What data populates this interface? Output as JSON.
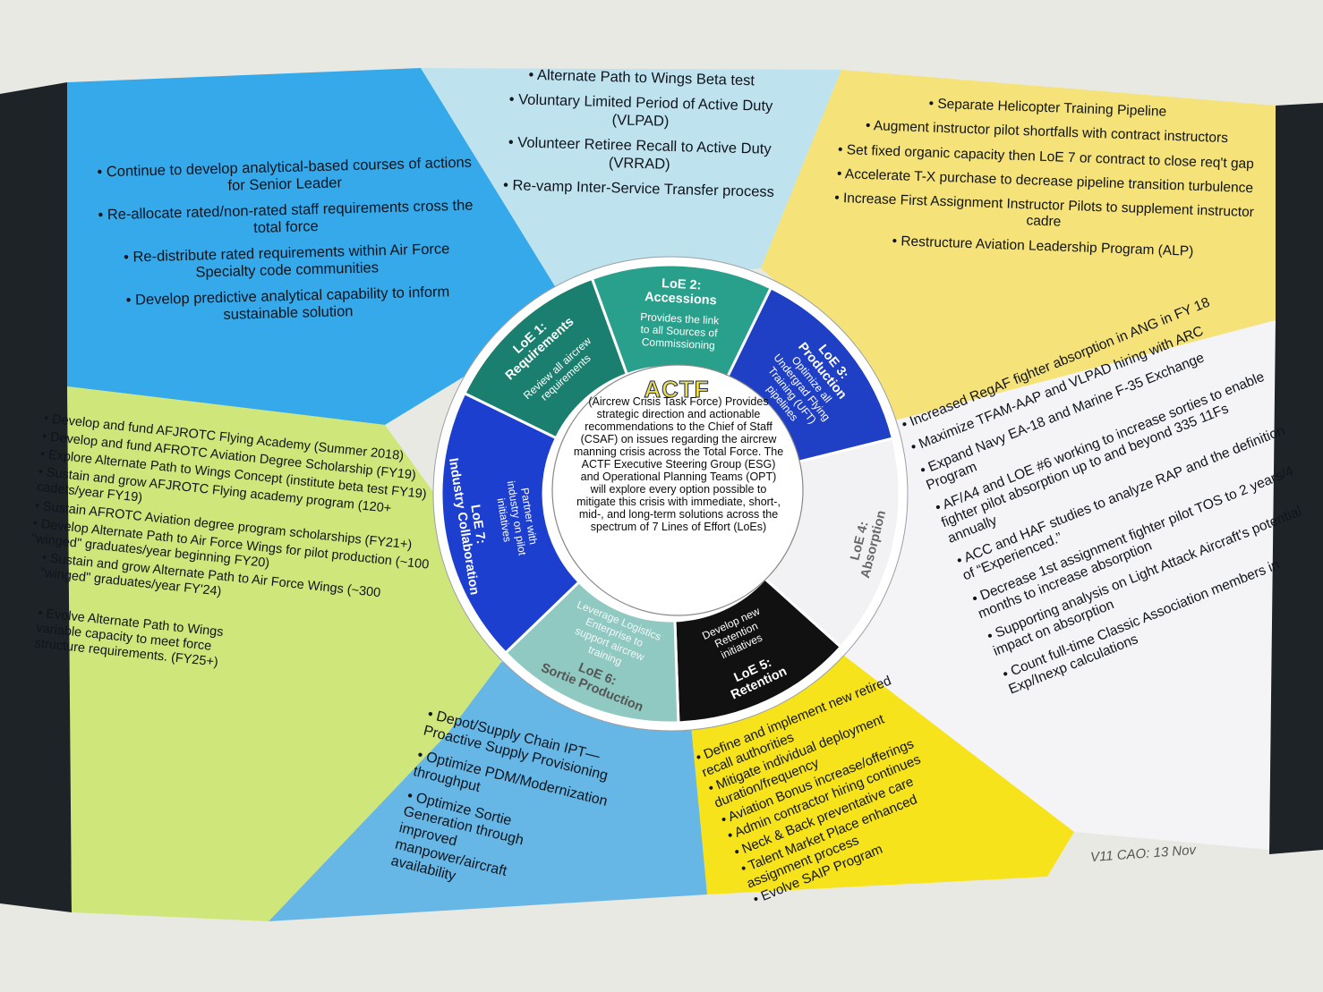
{
  "center": {
    "title": "ACTF",
    "text": "(Aircrew Crisis Task Force) Provides strategic direction and actionable recommendations to the Chief of Staff (CSAF) on issues regarding the aircrew manning crisis across the Total Force. The ACTF Executive Steering Group (ESG) and Operational Planning Teams (OPT) will explore every option possible to mitigate this crisis with immediate, short-, mid-, and long-term solutions across the spectrum of 7 Lines of Effort (LoEs)"
  },
  "loes": [
    {
      "id": "loe1",
      "label": "LoE 1:",
      "name": "Requirements",
      "desc": "Review all aircrew requirements",
      "color": "#1a7f6e"
    },
    {
      "id": "loe2",
      "label": "LoE 2:",
      "name": "Accessions",
      "desc": "Provides the link to all Sources of Commissioning",
      "color": "#29a08c"
    },
    {
      "id": "loe3",
      "label": "LoE 3:",
      "name": "Production",
      "desc": "Optimize all Undergrad Flying Training (UFT) pipelines",
      "color": "#1f3fc4"
    },
    {
      "id": "loe4",
      "label": "LoE 4:",
      "name": "Absorption",
      "desc": "",
      "color": "#f2f2f5"
    },
    {
      "id": "loe5",
      "label": "LoE 5:",
      "name": "Retention",
      "desc": "Develop new Retention initiatives",
      "color": "#111111"
    },
    {
      "id": "loe6",
      "label": "LoE 6:",
      "name": "Sortie Production",
      "desc": "Leverage Logistics Enterprise to support aircrew training",
      "color": "#8fc9c2"
    },
    {
      "id": "loe7",
      "label": "LoE 7:",
      "name": "Industry Collaboration",
      "desc": "Partner with industry on pilot initiatives",
      "color": "#1c3fcf"
    }
  ],
  "sectors": {
    "requirements": [
      "• Continue to develop analytical-based courses of actions for Senior Leader",
      "• Re-allocate rated/non-rated staff requirements cross the total force",
      "• Re-distribute rated requirements within Air Force Specialty code communities",
      "• Develop predictive analytical capability to inform sustainable solution"
    ],
    "accessions": [
      "• Alternate Path to Wings Beta test",
      "• Voluntary Limited Period of Active Duty (VLPAD)",
      "• Volunteer Retiree Recall to Active Duty (VRRAD)",
      "• Re-vamp Inter-Service Transfer process"
    ],
    "production": [
      "• Separate Helicopter Training Pipeline",
      "• Augment instructor pilot shortfalls with contract instructors",
      "• Set fixed organic capacity then LoE 7 or contract to close req't gap",
      "• Accelerate T-X purchase to decrease pipeline transition turbulence",
      "• Increase First Assignment Instructor Pilots to supplement instructor cadre",
      "• Restructure Aviation Leadership Program (ALP)"
    ],
    "absorption": [
      "• Increased RegAF fighter absorption in ANG in FY 18",
      "• Maximize TFAM-AAP and VLPAD hiring with ARC",
      "• Expand Navy EA-18 and Marine F-35 Exchange Program",
      "• AF/A4 and LOE #6 working to increase sorties to enable fighter pilot absorption up to and beyond 335 11Fs annually",
      "• ACC and HAF studies to analyze RAP and the definition of “Experienced.”",
      "• Decrease 1st assignment fighter pilot TOS to 2 years/4 months to increase absorption",
      "• Supporting analysis on Light Attack Aircraft's potential impact on absorption",
      "• Count full-time Classic Association members in Exp/Inexp calculations"
    ],
    "retention": [
      "• Define and implement new retired recall authorities",
      "• Mitigate individual deployment duration/frequency",
      "• Aviation Bonus increase/offerings",
      "• Admin contractor hiring continues",
      "• Neck & Back preventative care",
      "• Talent Market Place enhanced assignment process",
      "• Evolve SAIP Program"
    ],
    "sortie": [
      "• Depot/Supply Chain IPT—Proactive Supply Provisioning",
      "• Optimize PDM/Modernization throughput",
      "• Optimize Sortie Generation through improved manpower/aircraft availability"
    ],
    "industry": [
      "• Develop and fund AFJROTC Flying Academy (Summer 2018)",
      "• Develop and fund AFROTC Aviation Degree Scholarship (FY19)",
      "• Explore Alternate Path to Wings Concept (institute beta test FY19)",
      "• Sustain and grow AFJROTC Flying academy program (120+ cadets/year FY19)",
      "• Sustain AFROTC Aviation degree program scholarships (FY21+)",
      "• Develop Alternate Path to Air Force Wings for pilot production (~100 \"winged\" graduates/year beginning FY20)",
      "• Sustain and grow Alternate Path to Air Force Wings (~300 \"winged\" graduates/year FY'24)",
      "• Evolve Alternate Path to Wings variable capacity to meet force structure requirements. (FY25+)"
    ]
  },
  "footer": "V11 CAO:  13 Nov",
  "colors": {
    "requirements": "#35a9ea",
    "accessions": "#bfe3ee",
    "production": "#f5e278",
    "absorption": "#f4f4f7",
    "retention": "#f7e31c",
    "sortie": "#66b7e6",
    "industry": "#cfe67a",
    "ring_bg": "#ffffff",
    "edge": "#1e2328"
  }
}
